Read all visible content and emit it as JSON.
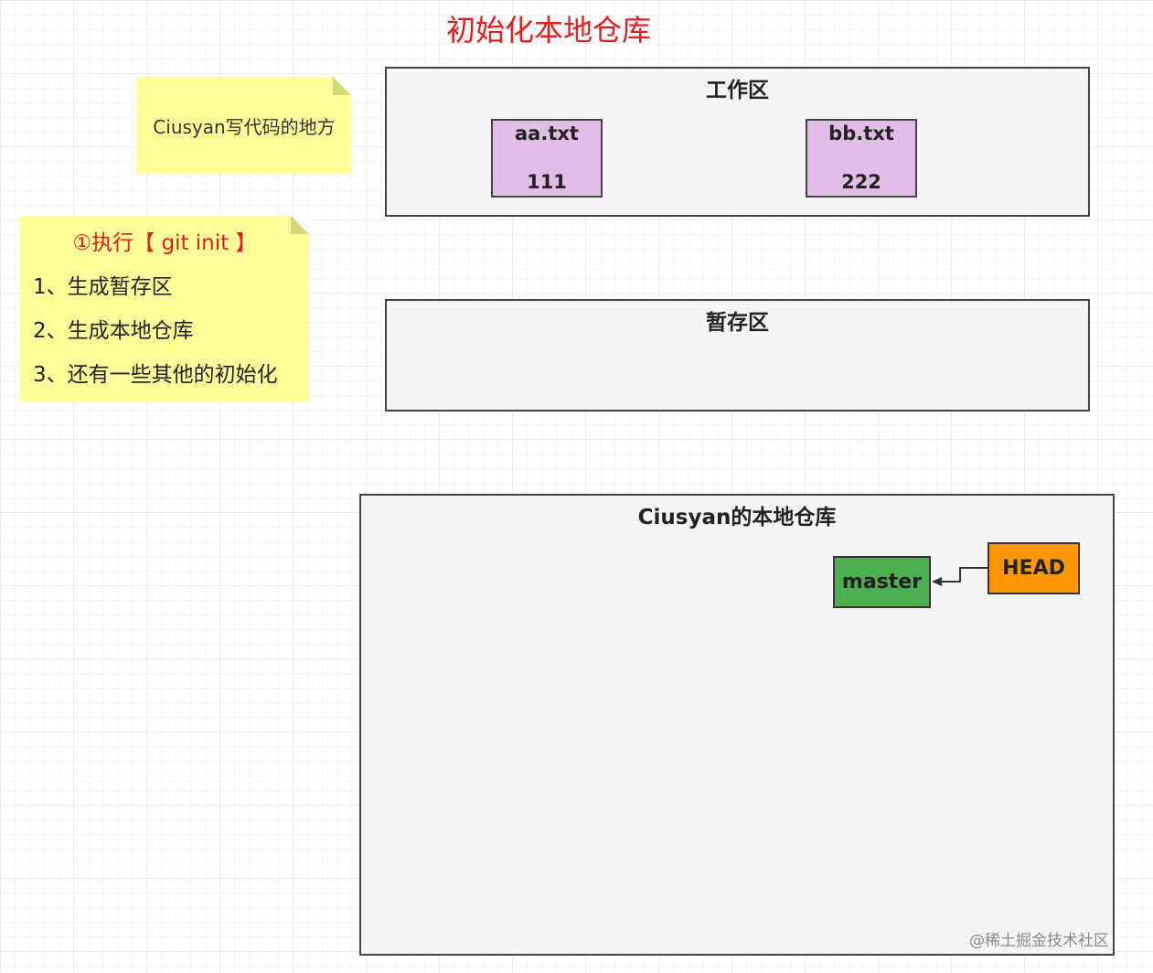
{
  "title": "初始化本地仓库",
  "notes": {
    "workspace_note": "Ciusyan写代码的地方",
    "init_note": {
      "heading": "①执行【 git init 】",
      "items": [
        "1、生成暂存区",
        "2、生成本地仓库",
        "3、还有一些其他的初始化"
      ]
    }
  },
  "workspace": {
    "title": "工作区",
    "files": [
      {
        "name": "aa.txt",
        "content": "111"
      },
      {
        "name": "bb.txt",
        "content": "222"
      }
    ]
  },
  "staging": {
    "title": "暂存区"
  },
  "repository": {
    "title": "Ciusyan的本地仓库",
    "branch": "master",
    "head": "HEAD"
  },
  "colors": {
    "title": "#e0201f",
    "note": "#ffff99",
    "file": "#e1bee7",
    "branch": "#4caf50",
    "head": "#ff9800",
    "zone": "#f5f5f5"
  },
  "watermark": "@稀土掘金技术社区"
}
